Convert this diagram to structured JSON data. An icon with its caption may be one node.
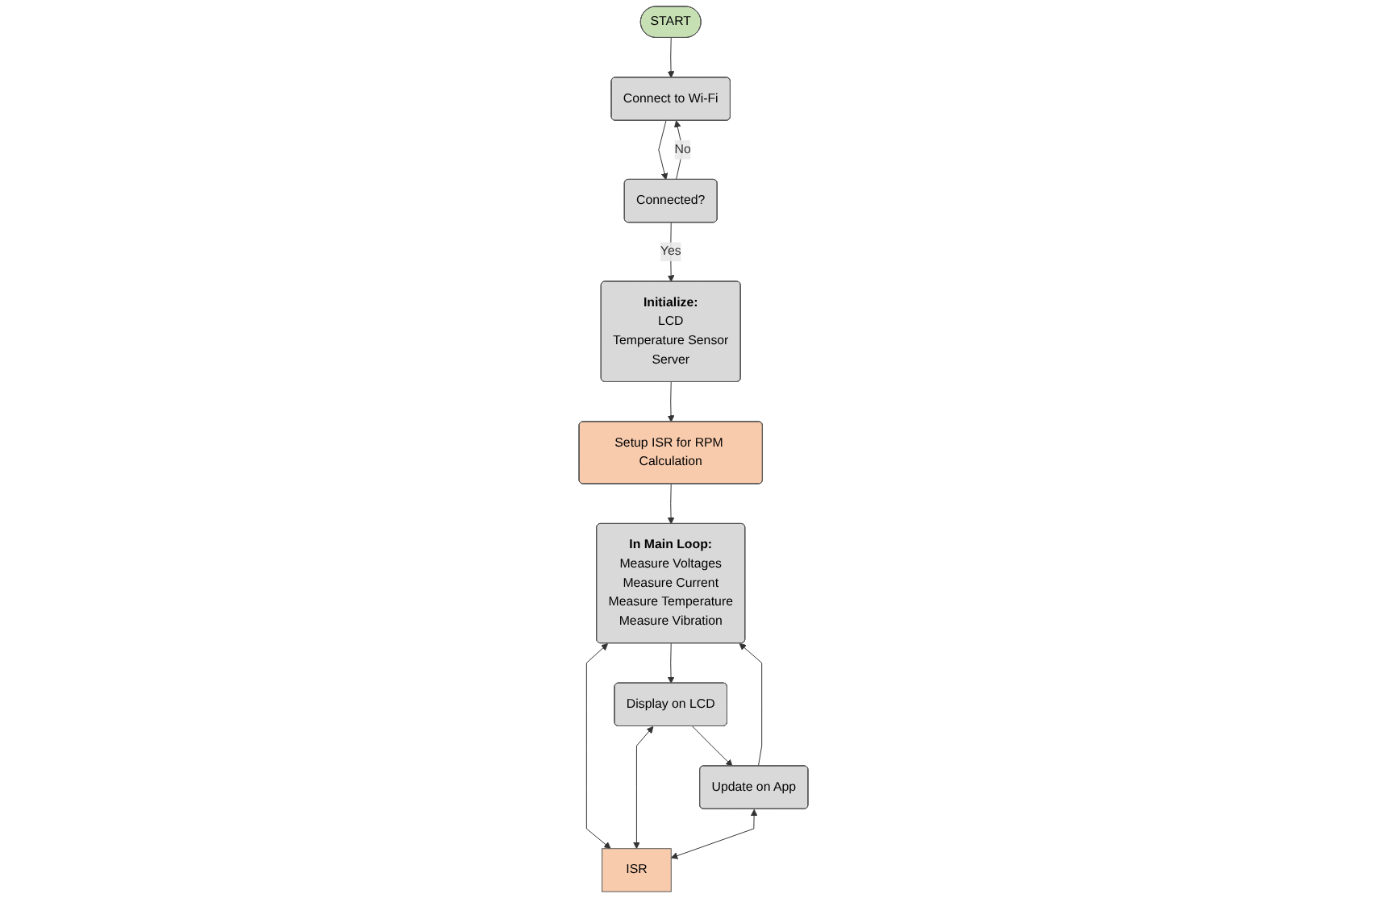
{
  "diagram": {
    "nodes": [
      {
        "text": [
          "START"
        ]
      },
      {
        "text": [
          "Connect to Wi-Fi"
        ]
      },
      {
        "text": [
          "Connected?"
        ]
      },
      {
        "text": [
          "Initialize:",
          "LCD",
          "Temperature Sensor",
          "Server"
        ]
      },
      {
        "text": [
          "Setup ISR for RPM Calculation"
        ]
      },
      {
        "text": [
          "In Main Loop:",
          "Measure Voltages",
          "Measure Current",
          "Measure Temperature",
          "Measure Vibration"
        ]
      },
      {
        "text": [
          "Display on LCD"
        ]
      },
      {
        "text": [
          "Update on App"
        ]
      },
      {
        "text": [
          "ISR"
        ]
      }
    ],
    "edges": [
      {
        "from": 0,
        "to": 1,
        "arrow": "to"
      },
      {
        "from": 1,
        "to": 2,
        "arrow": "to"
      },
      {
        "from": 2,
        "to": 1,
        "arrow": "to",
        "label": "No"
      },
      {
        "from": 2,
        "to": 3,
        "arrow": "to",
        "label": "Yes"
      },
      {
        "from": 3,
        "to": 4,
        "arrow": "to"
      },
      {
        "from": 4,
        "to": 5,
        "arrow": "to"
      },
      {
        "from": 5,
        "to": 6,
        "arrow": "to"
      },
      {
        "from": 6,
        "to": 7,
        "arrow": "to"
      },
      {
        "from": 7,
        "to": 5,
        "arrow": "to"
      },
      {
        "from": 5,
        "to": 8,
        "arrow": "both"
      },
      {
        "from": 6,
        "to": 8,
        "arrow": "both"
      },
      {
        "from": 7,
        "to": 8,
        "arrow": "both"
      }
    ]
  }
}
